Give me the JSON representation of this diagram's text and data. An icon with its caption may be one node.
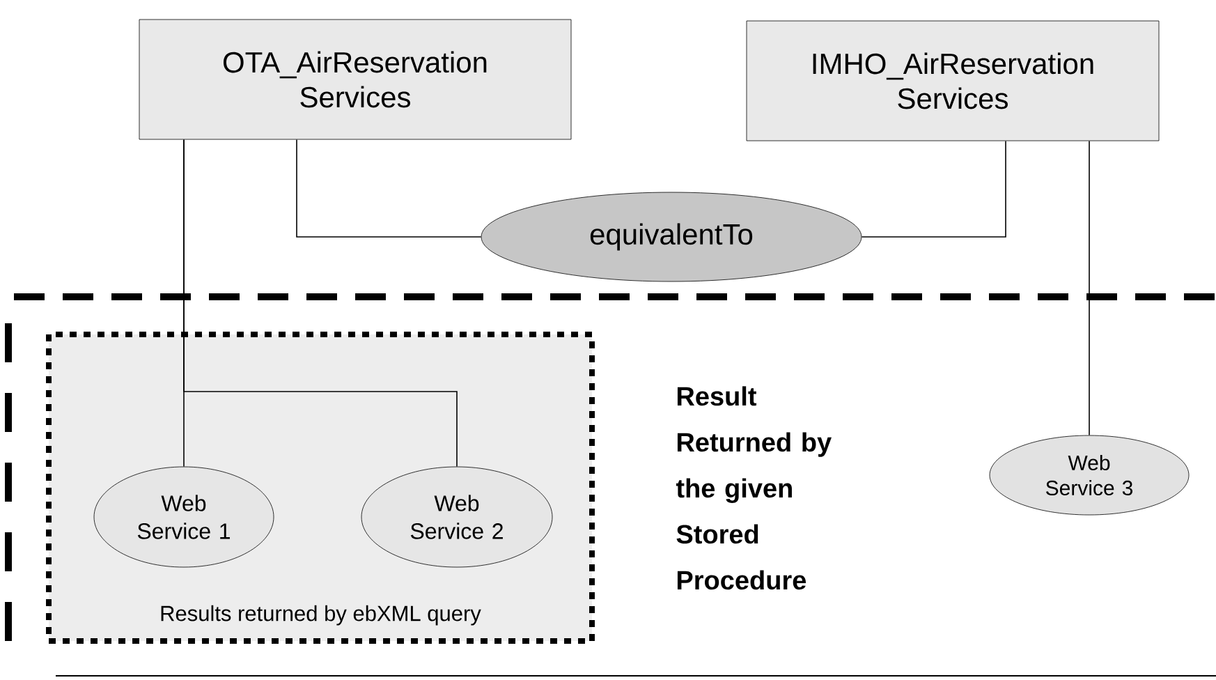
{
  "diagram": {
    "nodes": [
      {
        "text": [
          "OTA_AirReservation Services"
        ]
      },
      {
        "text": [
          "IMHO_AirReservation Services"
        ]
      },
      {
        "text": [
          "equivalentTo"
        ]
      },
      {
        "text": [
          "Result Returned by the given Stored Procedure"
        ]
      },
      {
        "text": [
          "Results returned by ebXML query"
        ],
        "in": 3
      },
      {
        "text": [
          "Web Service 1"
        ],
        "in": 4
      },
      {
        "text": [
          "Web Service 2"
        ],
        "in": 4
      },
      {
        "text": [
          "Web Service 3"
        ],
        "in": 3
      }
    ],
    "edges": [
      {
        "from": 0,
        "to": 2,
        "arrow": "none"
      },
      {
        "from": 1,
        "to": 2,
        "arrow": "none"
      },
      {
        "from": 0,
        "to": 5,
        "arrow": "none"
      },
      {
        "from": 0,
        "to": 6,
        "arrow": "none"
      },
      {
        "from": 1,
        "to": 7,
        "arrow": "none"
      }
    ]
  }
}
